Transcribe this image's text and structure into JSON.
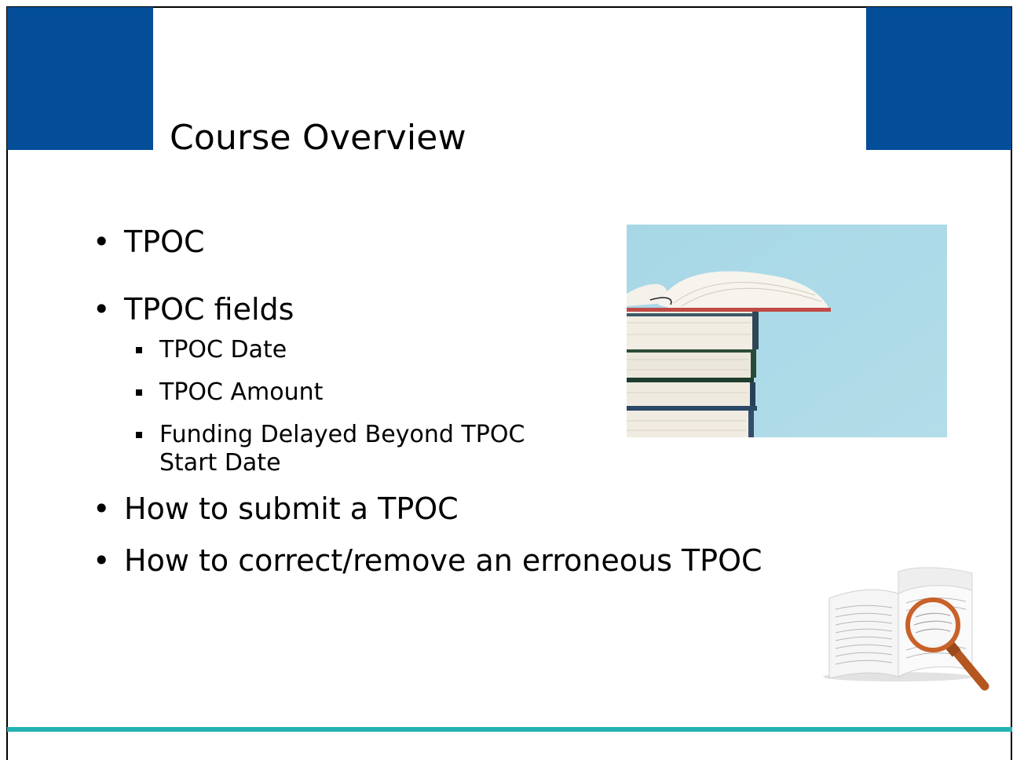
{
  "slide": {
    "title": "Course Overview",
    "bullets": [
      {
        "text": "TPOC"
      },
      {
        "text": "TPOC fields"
      },
      {
        "text": "How to submit a TPOC"
      },
      {
        "text": "How to correct/remove an erroneous TPOC"
      }
    ],
    "sub_bullets": [
      {
        "text": "TPOC Date"
      },
      {
        "text": "TPOC Amount"
      },
      {
        "text_line1": "Funding Delayed Beyond TPOC",
        "text_line2": "Start Date"
      }
    ]
  },
  "images": {
    "photo": "stack-of-books-photo",
    "clipart": "book-magnifier-illustration"
  },
  "colors": {
    "header_blue": "#034d99",
    "footer_teal": "#23b2b3",
    "photo_background": "#a9d8e6",
    "magnifier_orange": "#c8622a"
  }
}
